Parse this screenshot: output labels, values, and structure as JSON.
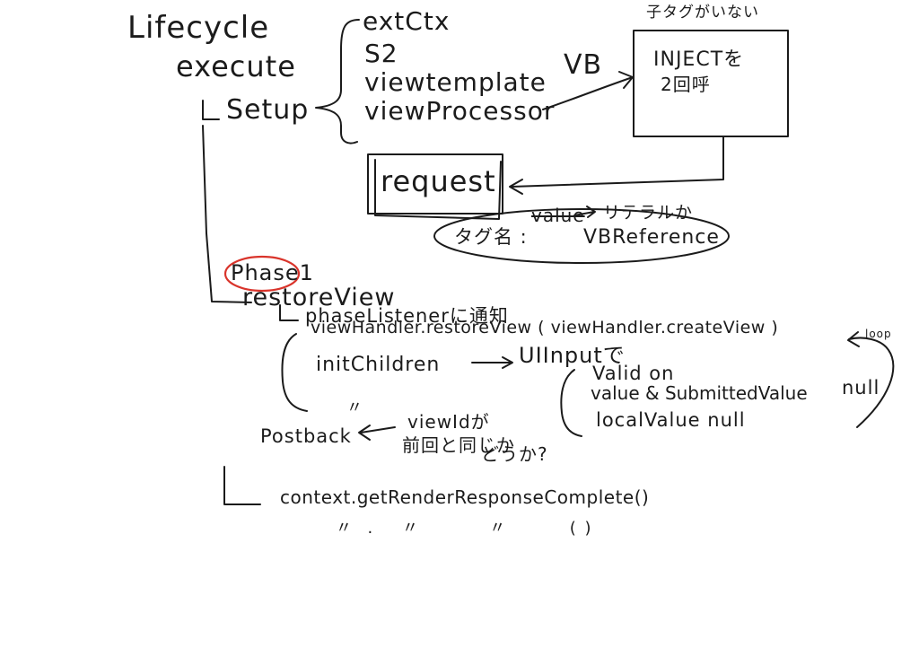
{
  "texts": {
    "lifecycle": "Lifecycle",
    "execute": "execute",
    "setup": "Setup",
    "extctx": "extCtx",
    "s2": "S2",
    "viewtemplate": "viewtemplate",
    "viewprocessor": "viewProcessor",
    "vb": "VB",
    "top_note": "子タグがいない",
    "inject_line1": "INJECTを",
    "inject_line2": "2回呼",
    "request": "request",
    "value_struck": "value",
    "literal_or": "リテラルか",
    "tag_name": "タグ名 :",
    "vbreference": "VBReference",
    "phase1": "Phase1",
    "restoreview": "restoreView",
    "phase_listener": "phaseListenerに通知",
    "viewhandler_restore": "viewHandler.restoreView ( viewHandler.createView )",
    "init_children": "initChildren",
    "uiinput_de": "UIInputで",
    "valid_on": "Valid  on",
    "value_submitted": "value & SubmittedValue",
    "null_right": "null",
    "local_value": "localValue  null",
    "ditto_marks": "〃",
    "postback": "Postback",
    "viewid_ga": "viewIdが",
    "same_as_last": "前回と同じか",
    "douka": "どうか?",
    "context_get": "context.getRenderResponseComplete()",
    "ditto_row": "〃  .    〃          〃         ( )",
    "loop_label": "loop"
  }
}
